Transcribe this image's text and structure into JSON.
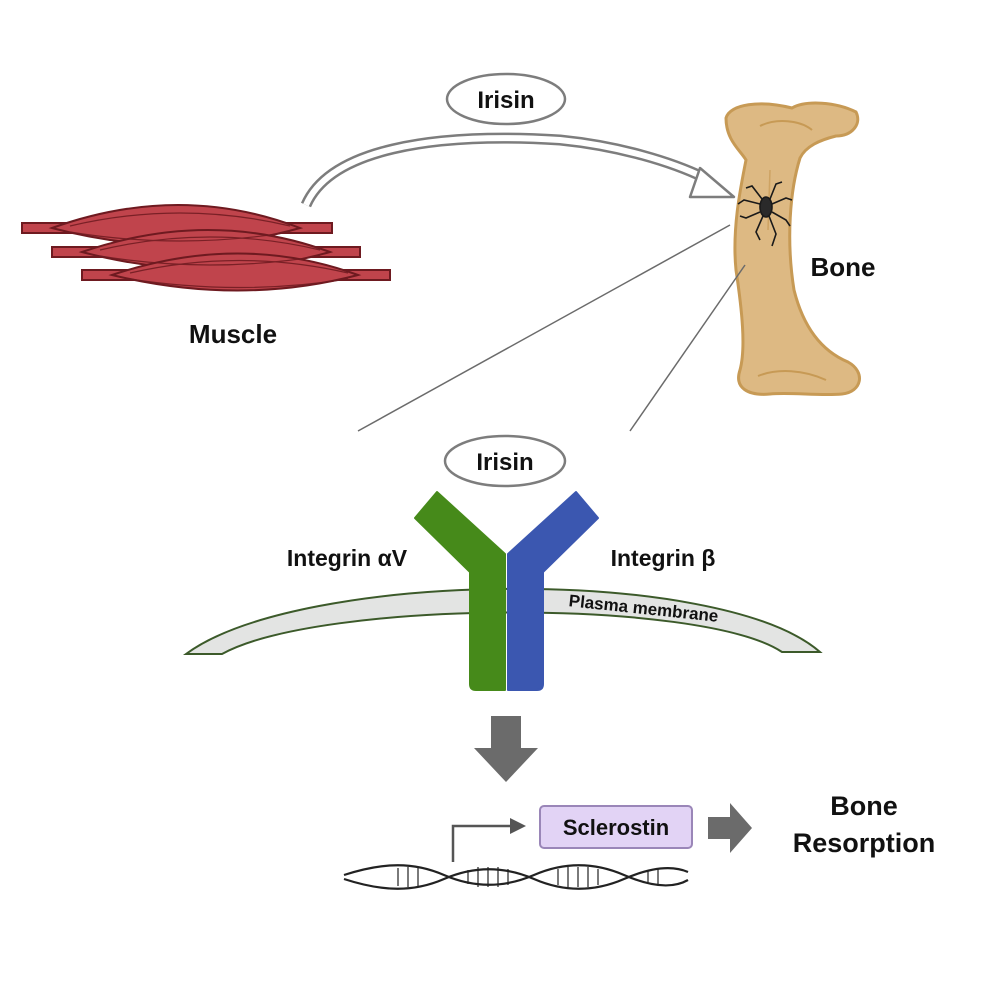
{
  "labels": {
    "irisin_top": "Irisin",
    "irisin_receptor": "Irisin",
    "muscle": "Muscle",
    "bone": "Bone",
    "integrin_av": "Integrin αV",
    "integrin_b": "Integrin β",
    "plasma_membrane": "Plasma membrane",
    "sclerostin": "Sclerostin",
    "bone_resorption_line1": "Bone",
    "bone_resorption_line2": "Resorption"
  },
  "colors": {
    "muscle_fill": "#c0444c",
    "muscle_stroke": "#6e1a20",
    "bone_fill": "#ddb983",
    "bone_stroke": "#c79a55",
    "integrin_av": "#468a1a",
    "integrin_b": "#3b57b0",
    "membrane_fill": "#e3e4e3",
    "membrane_stroke": "#3c5a2a",
    "sclerostin_fill": "#e2d3f5",
    "sclerostin_stroke": "#9a86b8",
    "arrow_gray": "#6b6b6b"
  },
  "icons": [
    "curved-outline-arrow",
    "block-down-arrow",
    "block-right-arrow",
    "promoter-bent-arrow",
    "dna-double-helix",
    "osteocyte-cell-icon"
  ]
}
